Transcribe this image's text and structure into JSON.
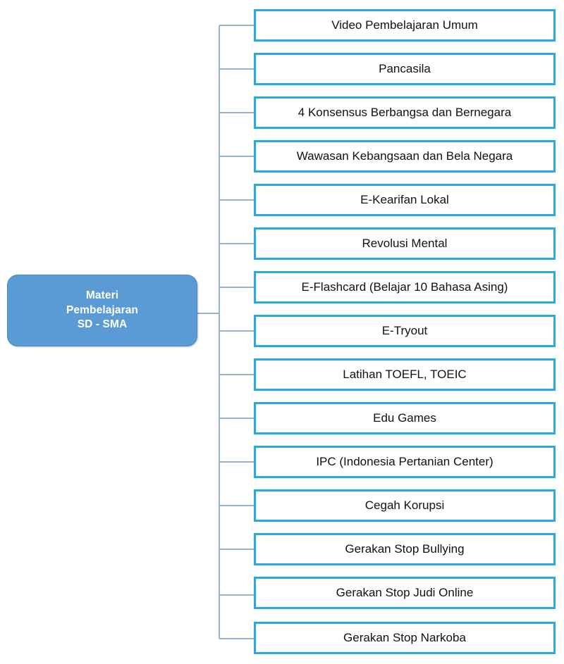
{
  "diagram": {
    "type": "hierarchy-tree",
    "title": "Materi Pembelajaran SD - SMA",
    "orientation": "left-root-right-children",
    "colors": {
      "root_fill": "#5B9BD5",
      "root_border": "#4A8BC4",
      "root_text": "#FFFFFF",
      "child_border": "#29ABE2",
      "child_fill": "#FFFFFF",
      "child_text": "#111111",
      "connector_line": "#95B3D7",
      "background": "#FFFFFF"
    }
  },
  "root": {
    "label": "Materi\nPembelajaran\nSD - SMA",
    "line1": "Materi",
    "line2": "Pembelajaran",
    "line3": "SD - SMA"
  },
  "children": [
    {
      "label": "Video Pembelajaran Umum"
    },
    {
      "label": "Pancasila"
    },
    {
      "label": "4 Konsensus Berbangsa dan Bernegara"
    },
    {
      "label": "Wawasan Kebangsaan dan Bela Negara"
    },
    {
      "label": "E-Kearifan Lokal"
    },
    {
      "label": "Revolusi Mental"
    },
    {
      "label": "E-Flashcard (Belajar 10 Bahasa Asing)"
    },
    {
      "label": "E-Tryout"
    },
    {
      "label": "Latihan TOEFL, TOEIC"
    },
    {
      "label": "Edu Games"
    },
    {
      "label": "IPC (Indonesia Pertanian Center)"
    },
    {
      "label": "Cegah Korupsi"
    },
    {
      "label": "Gerakan Stop Bullying"
    },
    {
      "label": "Gerakan Stop Judi Online"
    },
    {
      "label": "Gerakan Stop Narkoba"
    }
  ]
}
